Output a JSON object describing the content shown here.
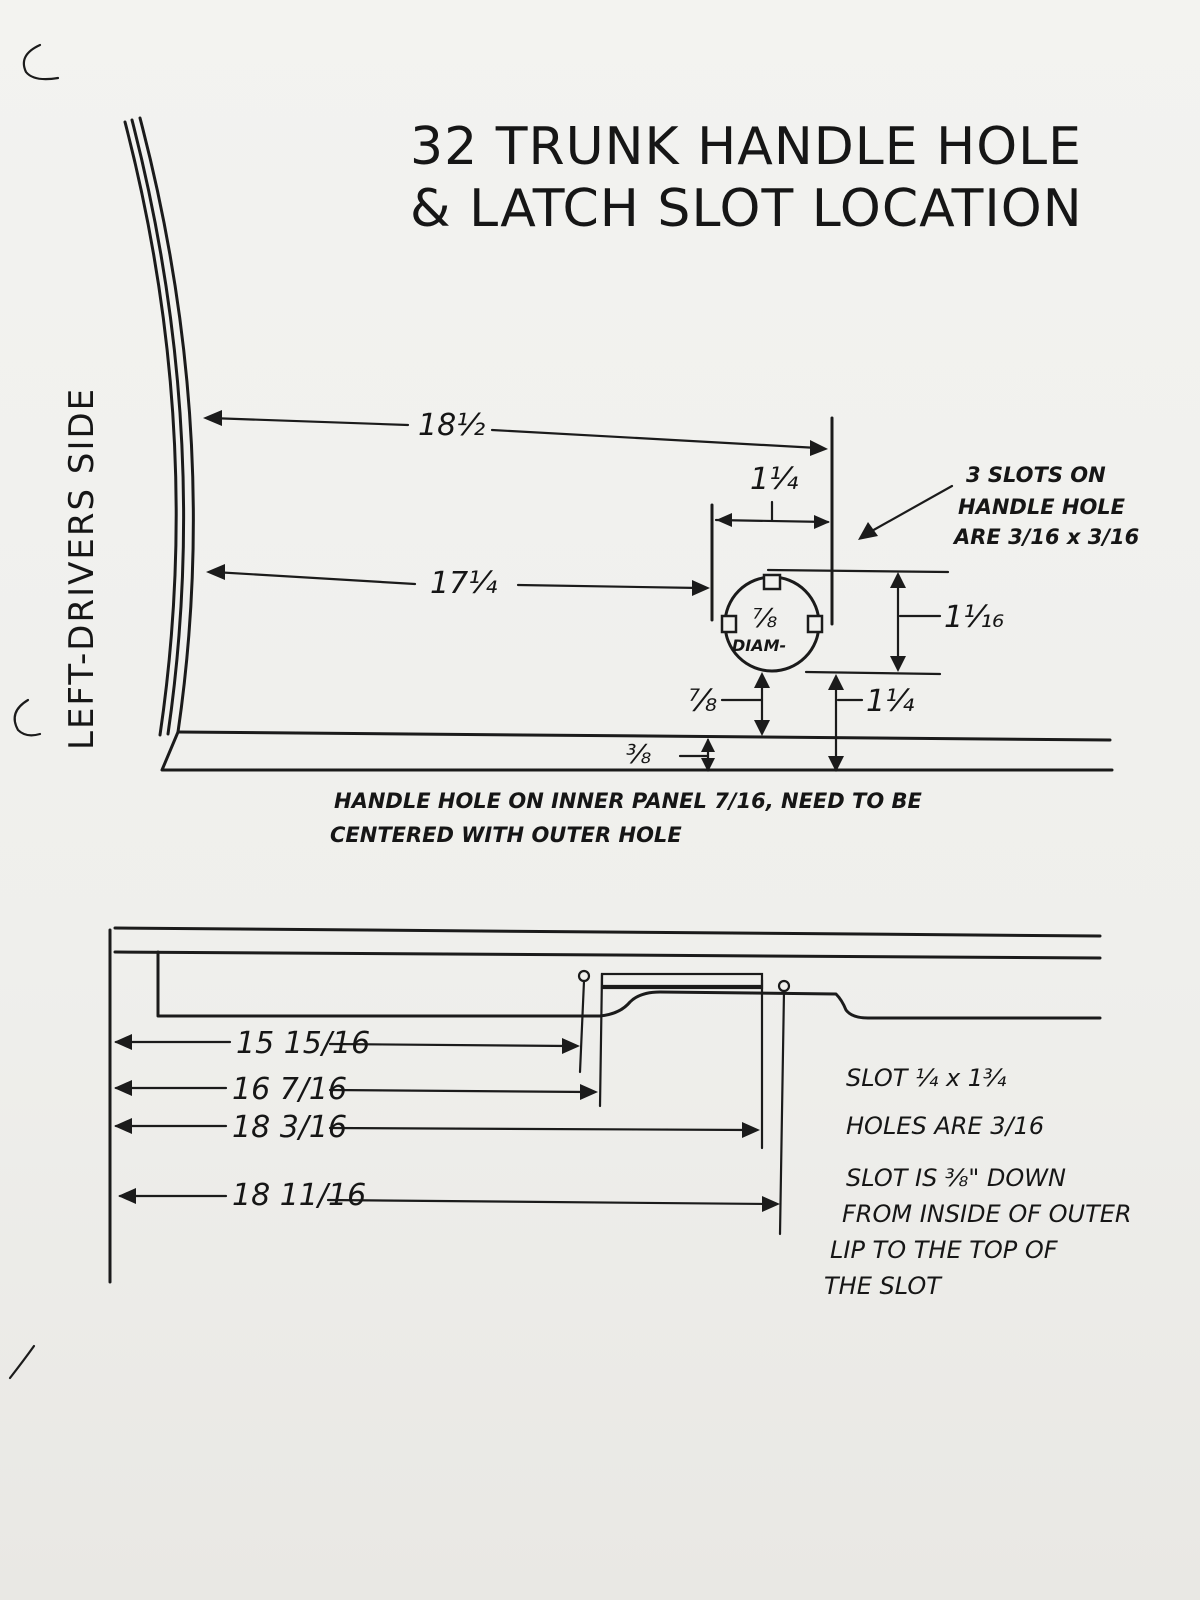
{
  "title": {
    "line1": "32 TRUNK HANDLE HOLE",
    "line2": "& LATCH SLOT LOCATION"
  },
  "side_label": "LEFT-DRIVERS SIDE",
  "handle_hole": {
    "dim_to_slot_edge": "18½",
    "dim_to_hole_edge": "17¼",
    "dim_hole_offset": "1¼",
    "dim_hole_height": "1⅟₁₆",
    "hole_size_top": "⅞",
    "hole_size_bottom": "DIAM-",
    "dim_above_edge": "⅞",
    "dim_lip": "⅜",
    "dim_to_center": "1¼",
    "slots_note": [
      "3 SLOTS ON",
      "HANDLE HOLE",
      "ARE 3/16 x 3/16"
    ],
    "inner_note": [
      "HANDLE HOLE ON INNER PANEL 7/16, NEED TO BE",
      "CENTERED WITH OUTER HOLE"
    ]
  },
  "latch_slot": {
    "dims": [
      "15 15/16",
      "16 7/16",
      "18 3/16",
      "18 11/16"
    ],
    "notes": [
      "SLOT ¼ x 1¾",
      "HOLES ARE 3/16",
      "SLOT IS ⅜\" DOWN",
      "FROM INSIDE OF OUTER",
      "LIP TO THE TOP OF",
      "THE SLOT"
    ]
  }
}
